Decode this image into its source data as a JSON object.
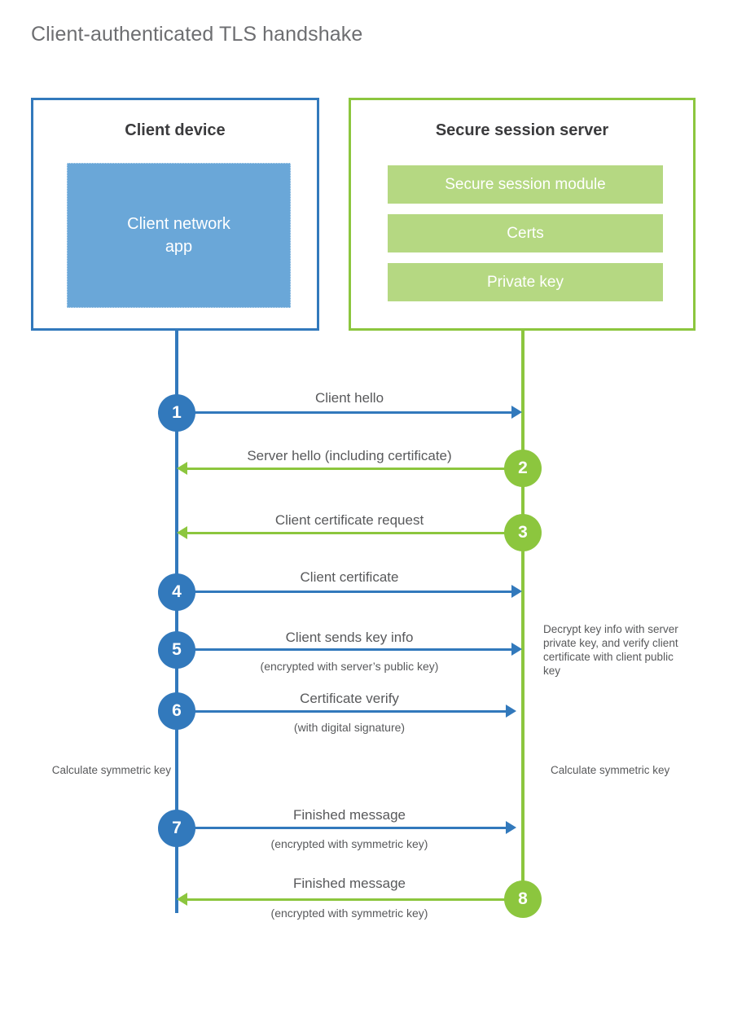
{
  "title": "Client-authenticated TLS handshake",
  "colors": {
    "client_blue": "#3279bc",
    "client_app_fill": "#6aa7d8",
    "server_green": "#8cc63e",
    "server_bar_fill": "#b5d882",
    "text_gray": "#58595b",
    "title_gray": "#6d6e71"
  },
  "actors": {
    "client": {
      "title": "Client device",
      "inner_label": "Client network\napp",
      "inner_label_line1": "Client network",
      "inner_label_line2": "app"
    },
    "server": {
      "title": "Secure session server",
      "components": [
        "Secure session module",
        "Certs",
        "Private key"
      ]
    }
  },
  "steps": [
    {
      "number": "1",
      "direction": "client-to-server",
      "color": "blue",
      "label": "Client hello",
      "sublabel": ""
    },
    {
      "number": "2",
      "direction": "server-to-client",
      "color": "green",
      "label": "Server hello (including certificate)",
      "sublabel": ""
    },
    {
      "number": "3",
      "direction": "server-to-client",
      "color": "green",
      "label": "Client certificate request",
      "sublabel": ""
    },
    {
      "number": "4",
      "direction": "client-to-server",
      "color": "blue",
      "label": "Client certificate",
      "sublabel": ""
    },
    {
      "number": "5",
      "direction": "client-to-server",
      "color": "blue",
      "label": "Client sends key info",
      "sublabel": "(encrypted with server’s public key)"
    },
    {
      "number": "6",
      "direction": "client-to-server",
      "color": "blue",
      "label": "Certificate verify",
      "sublabel": "(with digital signature)"
    },
    {
      "number": "7",
      "direction": "client-to-server",
      "color": "blue",
      "label": "Finished message",
      "sublabel": "(encrypted with symmetric key)"
    },
    {
      "number": "8",
      "direction": "server-to-client",
      "color": "green",
      "label": "Finished message",
      "sublabel": "(encrypted with symmetric key)"
    }
  ],
  "notes": {
    "server_decrypt": "Decrypt key info with server private key, and verify client certificate with client public key",
    "client_calculate": "Calculate symmetric key",
    "server_calculate": "Calculate symmetric key"
  }
}
